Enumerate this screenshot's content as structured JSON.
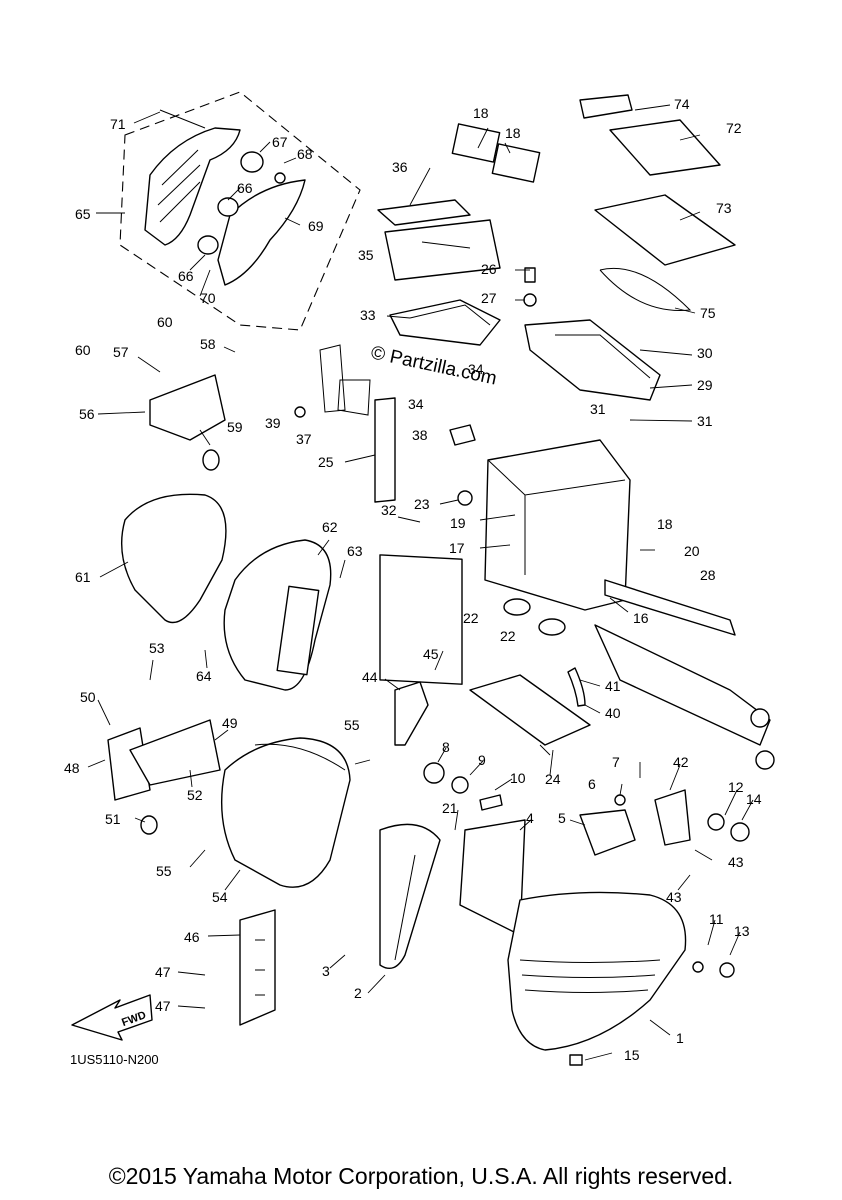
{
  "diagram": {
    "drawing_code": "1US5110-N200",
    "watermark": "© Partzilla.com",
    "fwd_label": "FWD",
    "copyright": "©2015 Yamaha Motor Corporation, U.S.A. All rights reserved."
  },
  "callouts": [
    {
      "n": "1"
    },
    {
      "n": "2"
    },
    {
      "n": "3"
    },
    {
      "n": "4"
    },
    {
      "n": "5"
    },
    {
      "n": "6"
    },
    {
      "n": "7"
    },
    {
      "n": "8"
    },
    {
      "n": "9"
    },
    {
      "n": "10"
    },
    {
      "n": "11"
    },
    {
      "n": "12"
    },
    {
      "n": "13"
    },
    {
      "n": "14"
    },
    {
      "n": "15"
    },
    {
      "n": "16"
    },
    {
      "n": "17"
    },
    {
      "n": "18"
    },
    {
      "n": "18"
    },
    {
      "n": "18"
    },
    {
      "n": "19"
    },
    {
      "n": "20"
    },
    {
      "n": "21"
    },
    {
      "n": "22"
    },
    {
      "n": "22"
    },
    {
      "n": "23"
    },
    {
      "n": "24"
    },
    {
      "n": "25"
    },
    {
      "n": "26"
    },
    {
      "n": "27"
    },
    {
      "n": "28"
    },
    {
      "n": "29"
    },
    {
      "n": "30"
    },
    {
      "n": "31"
    },
    {
      "n": "31"
    },
    {
      "n": "32"
    },
    {
      "n": "33"
    },
    {
      "n": "34"
    },
    {
      "n": "34"
    },
    {
      "n": "35"
    },
    {
      "n": "36"
    },
    {
      "n": "37"
    },
    {
      "n": "38"
    },
    {
      "n": "39"
    },
    {
      "n": "40"
    },
    {
      "n": "41"
    },
    {
      "n": "42"
    },
    {
      "n": "43"
    },
    {
      "n": "43"
    },
    {
      "n": "44"
    },
    {
      "n": "45"
    },
    {
      "n": "46"
    },
    {
      "n": "47"
    },
    {
      "n": "47"
    },
    {
      "n": "48"
    },
    {
      "n": "49"
    },
    {
      "n": "50"
    },
    {
      "n": "51"
    },
    {
      "n": "52"
    },
    {
      "n": "53"
    },
    {
      "n": "54"
    },
    {
      "n": "55"
    },
    {
      "n": "55"
    },
    {
      "n": "56"
    },
    {
      "n": "57"
    },
    {
      "n": "58"
    },
    {
      "n": "59"
    },
    {
      "n": "60"
    },
    {
      "n": "60"
    },
    {
      "n": "61"
    },
    {
      "n": "62"
    },
    {
      "n": "63"
    },
    {
      "n": "64"
    },
    {
      "n": "65"
    },
    {
      "n": "66"
    },
    {
      "n": "66"
    },
    {
      "n": "67"
    },
    {
      "n": "68"
    },
    {
      "n": "69"
    },
    {
      "n": "70"
    },
    {
      "n": "71"
    },
    {
      "n": "72"
    },
    {
      "n": "73"
    },
    {
      "n": "74"
    },
    {
      "n": "75"
    }
  ]
}
